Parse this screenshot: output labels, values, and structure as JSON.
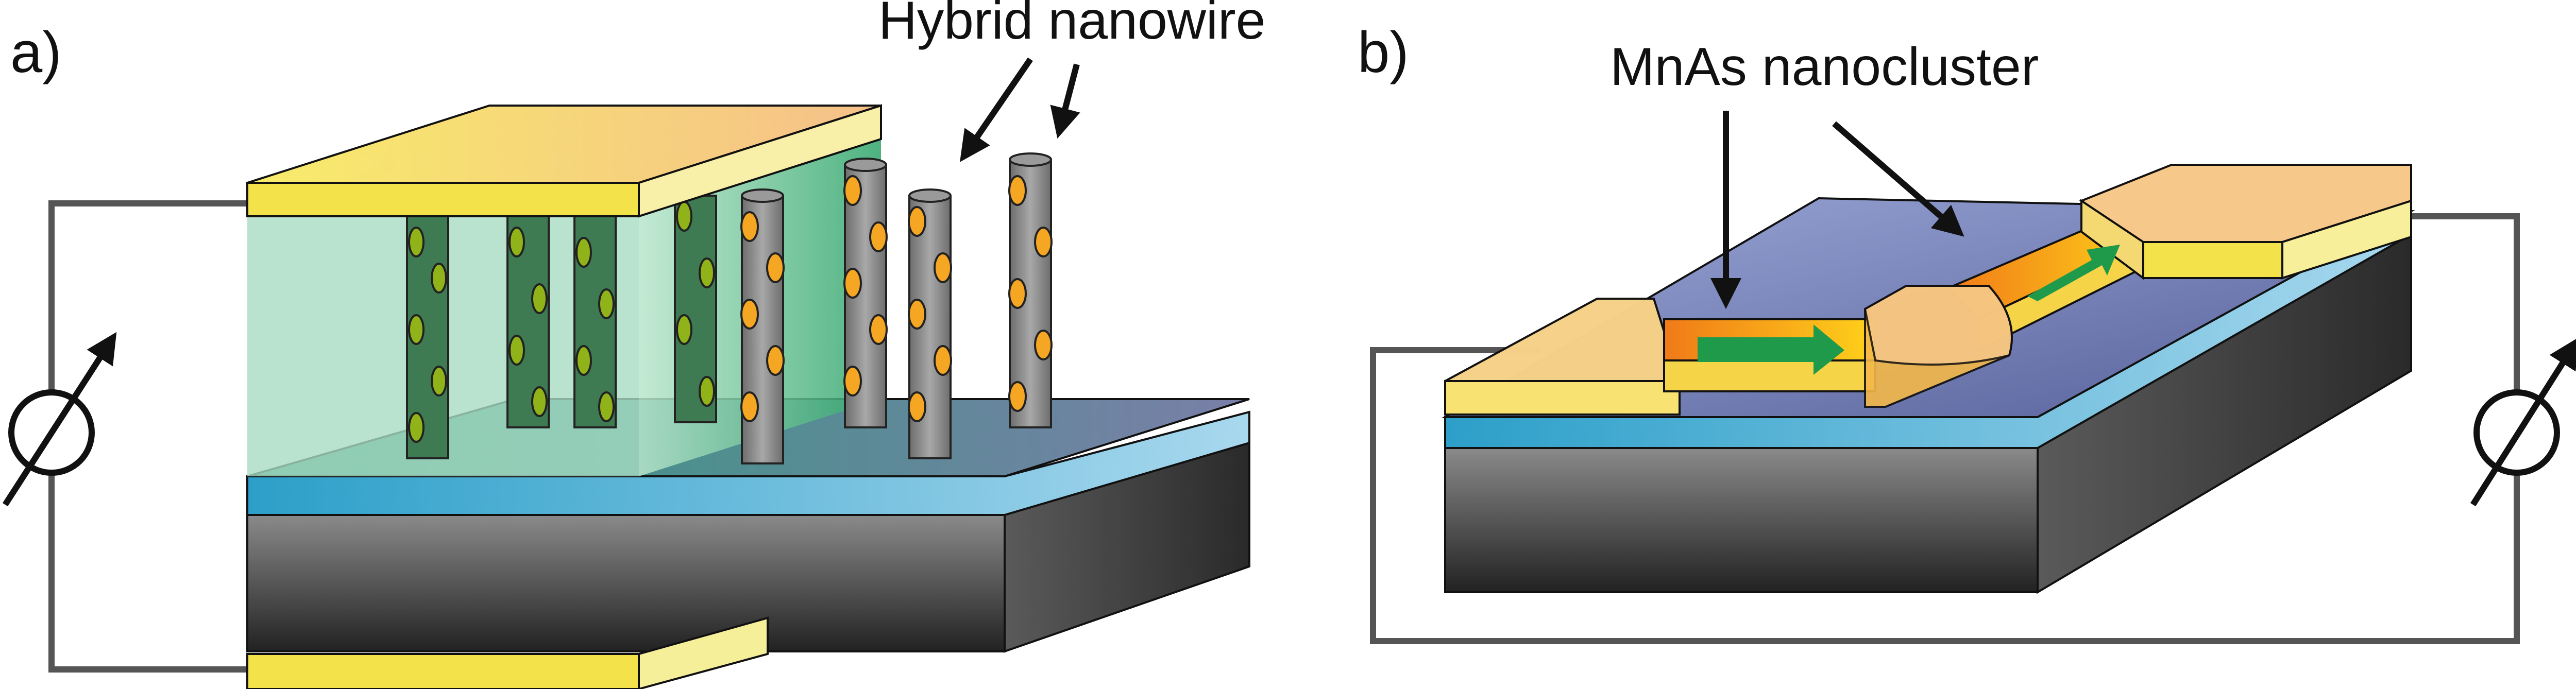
{
  "panel_a": {
    "letter": "a)",
    "annotation": "Hybrid nanowire"
  },
  "panel_b": {
    "letter": "b)",
    "annotation": "MnAs nanocluster"
  },
  "colors": {
    "substrate_dark": "#3a3a3a",
    "substrate_top_blue": "#6f8fc0",
    "buffer_layer": "#7fc6e6",
    "contact_yellow": "#f4e24a",
    "contact_peach": "#f6c88a",
    "embedding_green": "#3aa86a",
    "nanowire_gray": "#8f8f8f",
    "nanocluster_orange": "#f5a623",
    "arrow_green": "#1f9a4a",
    "circuit_wire": "#555555"
  },
  "icons": {
    "meter": "ammeter-symbol-icon",
    "current_arrow": "current-arrow-icon"
  }
}
